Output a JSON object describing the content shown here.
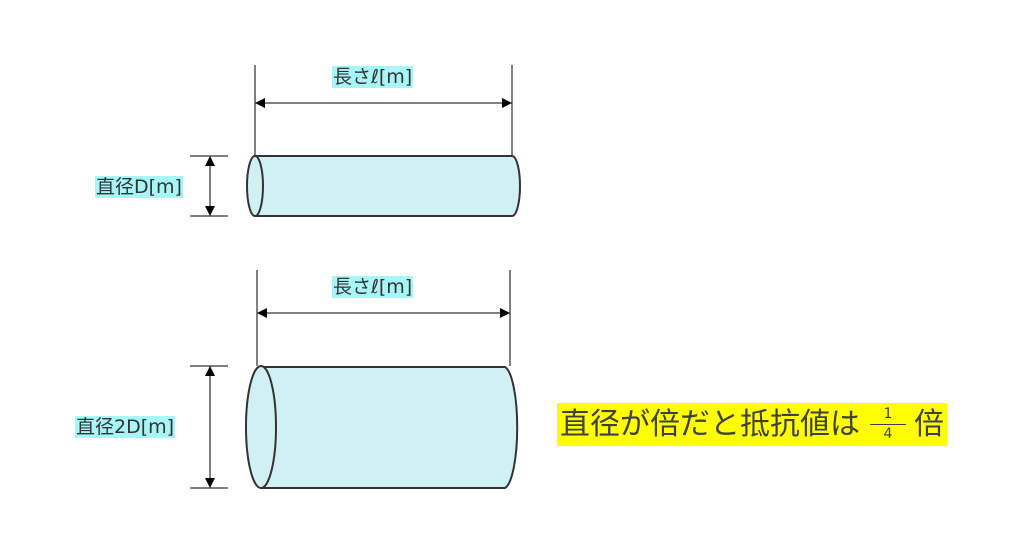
{
  "diagram": {
    "top": {
      "length_label": "長さℓ[m]",
      "diameter_label": "直径D[m]"
    },
    "bottom": {
      "length_label": "長さℓ[m]",
      "diameter_label": "直径2D[m]"
    },
    "note": {
      "text": "直径が倍だと抵抗値は",
      "numerator": "1",
      "denominator": "4",
      "suffix": "倍"
    },
    "colors": {
      "cylinder_fill": "#d1f0f4",
      "label_bg": "#a8f6f8",
      "note_bg": "#ffff00"
    }
  }
}
